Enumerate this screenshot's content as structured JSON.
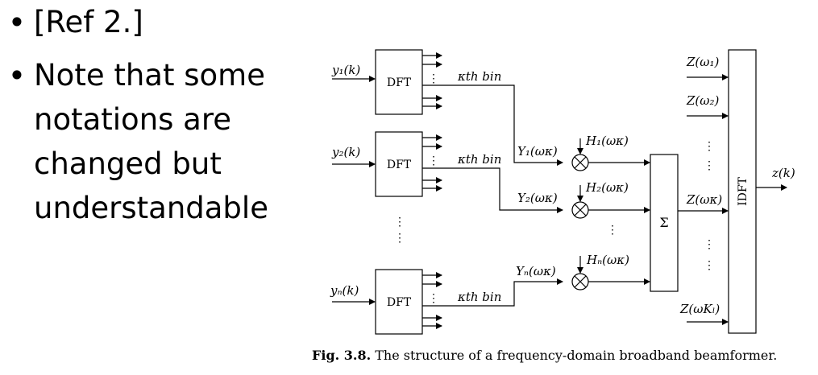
{
  "bullets": [
    {
      "text_lines": [
        "[Ref 2.]"
      ]
    },
    {
      "text_lines": [
        "Note that some",
        "notations are",
        "changed but",
        "understandable"
      ]
    }
  ],
  "diagram": {
    "inputs": [
      "y₁(k)",
      "y₂(k)",
      "yₙ(k)"
    ],
    "dft_label": "DFT",
    "bin_label": "κth bin",
    "bin_outputs": [
      "Y₁(ωκ)",
      "Y₂(ωκ)",
      "Yₙ(ωκ)"
    ],
    "weights": [
      "H₁(ωκ)",
      "H₂(ωκ)",
      "Hₙ(ωκ)"
    ],
    "sum_label": "Σ",
    "idft_label": "IDFT",
    "idft_inputs": [
      "Z(ω₁)",
      "Z(ω₂)",
      "Z(ωκ)",
      "Z(ωKₗ)"
    ],
    "output": "z(k)"
  },
  "caption": {
    "prefix": "Fig. 3.8.",
    "text": " The structure of a frequency-domain broadband beamformer."
  }
}
